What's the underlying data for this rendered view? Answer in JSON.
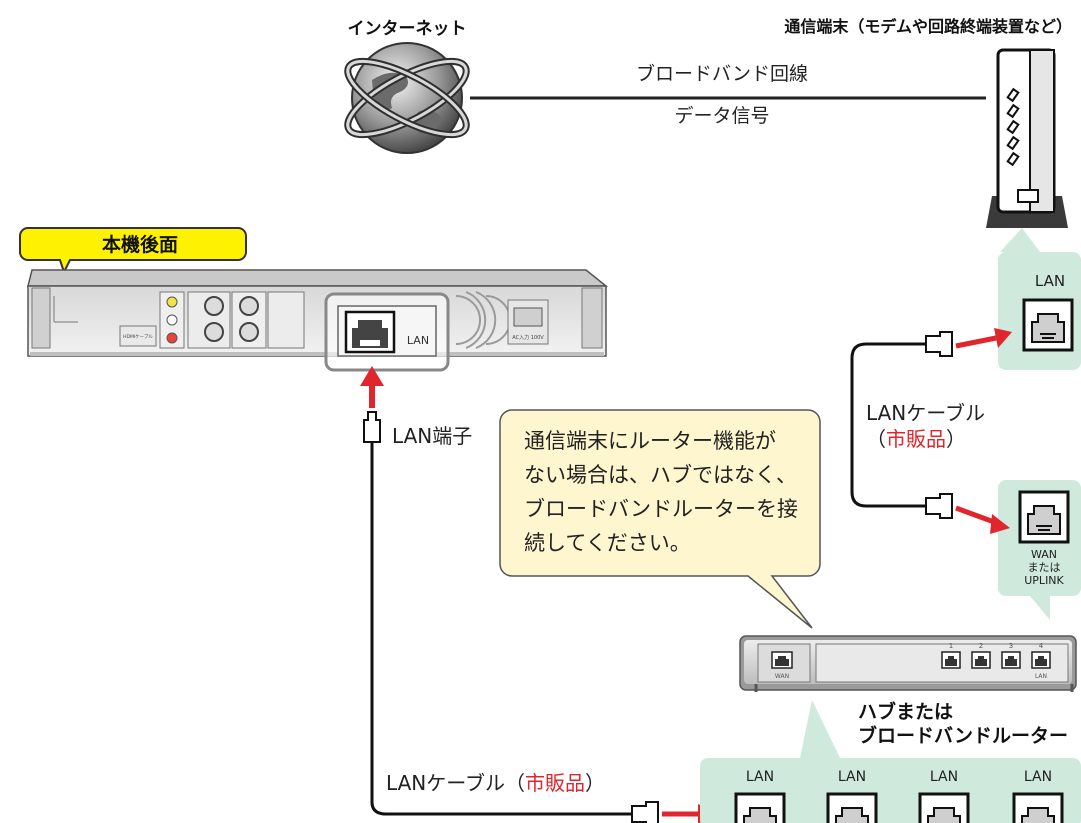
{
  "labels": {
    "internet": "インターネット",
    "modem": "通信端末（モデムや回路終端装置など）",
    "broadband": "ブロードバンド回線",
    "data_signal": "データ信号",
    "rear_panel": "本機後面",
    "lan_port_rear": "LAN",
    "lan_terminal": "LAN端子",
    "modem_lan": "LAN",
    "cable_mid_prefix": "LANケーブル",
    "cable_mid_paren_open": "（",
    "cable_mid_retail": "市販品",
    "cable_mid_paren_close": "）",
    "wan_uplink_1": "WAN",
    "wan_uplink_2": "または",
    "wan_uplink_3": "UPLINK",
    "callout_lines": [
      "通信端末にルーター機能が",
      "ない場合は、ハブではなく、",
      "ブロードバンドルーターを接",
      "続してください。"
    ],
    "hub_title_1": "ハブまたは",
    "hub_title_2": "ブロードバンドルーター",
    "hub_wan": "WAN",
    "hub_lan": "LAN",
    "hub_port_numbers": [
      "1",
      "2",
      "3",
      "4"
    ],
    "bottom_cable_prefix": "LANケーブル（",
    "bottom_cable_retail": "市販品",
    "bottom_cable_close": "）",
    "bottom_lan_labels": [
      "LAN",
      "LAN",
      "LAN",
      "LAN"
    ],
    "panel_small": {
      "hdmi": "HDMIケーブル",
      "ac": "AC入力 100V"
    }
  },
  "colors": {
    "accent_red": "#e0262c",
    "mint": "#cfe9dc",
    "callout_fill": "#fdf6cf",
    "label_yellow": "#fff200"
  }
}
